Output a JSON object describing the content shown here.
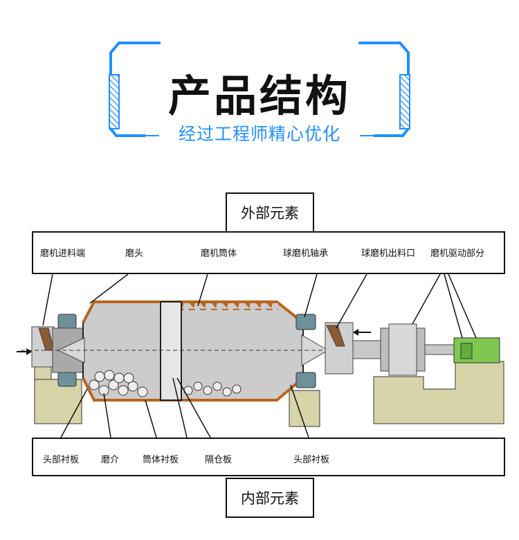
{
  "header": {
    "title": "产品结构",
    "subtitle": "经过工程师精心优化"
  },
  "diagram": {
    "external_title": "外部元素",
    "internal_title": "内部元素",
    "external_labels": [
      "磨机进料端",
      "磨头",
      "磨机筒体",
      "球磨机轴承",
      "球磨机出料口",
      "磨机驱动部分"
    ],
    "internal_labels": [
      "头部衬板",
      "磨介",
      "筒体衬板",
      "隔仓板",
      "头部衬板"
    ]
  },
  "colors": {
    "accent": "#1e90ff",
    "mill_body": "#c8c8c8",
    "liner": "#b8651e",
    "bearing": "#6f8f99",
    "foundation": "#d6d4a8",
    "drive_motor": "#7ec850"
  }
}
